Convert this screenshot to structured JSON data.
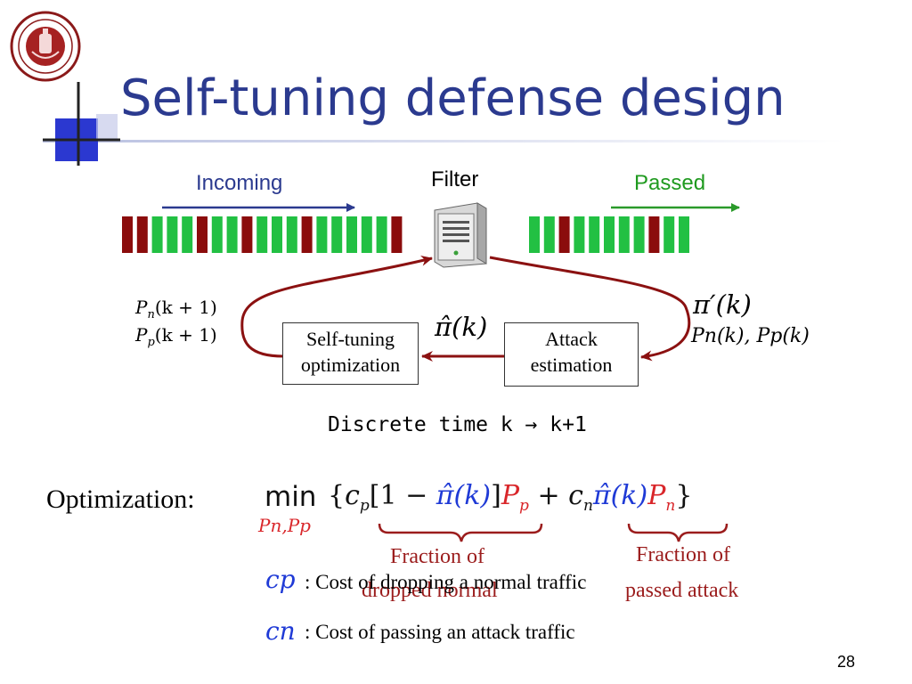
{
  "slide": {
    "title": "Self-tuning defense design",
    "page_number": "28",
    "colors": {
      "title": "#2b3a8f",
      "attack_packet": "#8b0c0c",
      "normal_packet": "#22c043",
      "arrow_loop": "#8b1111",
      "incoming_arrow": "#2b3a8f",
      "passed_arrow": "#2a9a2a"
    }
  },
  "diagram": {
    "incoming_label": "Incoming",
    "filter_label": "Filter",
    "passed_label": "Passed",
    "incoming_packets": [
      "attack",
      "attack",
      "normal",
      "normal",
      "normal",
      "attack",
      "normal",
      "normal",
      "attack",
      "normal",
      "normal",
      "normal",
      "attack",
      "normal",
      "normal",
      "normal",
      "normal",
      "normal",
      "attack"
    ],
    "passed_packets": [
      "normal",
      "normal",
      "attack",
      "normal",
      "normal",
      "normal",
      "normal",
      "normal",
      "attack",
      "normal",
      "normal"
    ],
    "selftuning_box": {
      "line1": "Self-tuning",
      "line2": "optimization"
    },
    "attack_box": {
      "line1": "Attack",
      "line2": "estimation"
    },
    "left_formula": {
      "line1_var": "P",
      "line1_sub": "n",
      "line1_arg": "(k + 1)",
      "line2_var": "P",
      "line2_sub": "p",
      "line2_arg": "(k + 1)"
    },
    "pi_hat": "π̂(k)",
    "pi_prime": "π′(k)",
    "right_formula": "Pn(k), Pp(k)",
    "discrete_time": "Discrete time k → k+1"
  },
  "optimization": {
    "label": "Optimization:",
    "min": "min",
    "under_min": "Pn,Pp",
    "brace_left_line1": "Fraction of",
    "brace_left_line2": "dropped normal",
    "brace_right_line1": "Fraction of",
    "brace_right_line2": "passed attack"
  },
  "definitions": [
    {
      "symbol": "cp",
      "text": ": Cost of dropping a normal traffic"
    },
    {
      "symbol": "cn",
      "text": ": Cost of passing an attack traffic"
    }
  ]
}
